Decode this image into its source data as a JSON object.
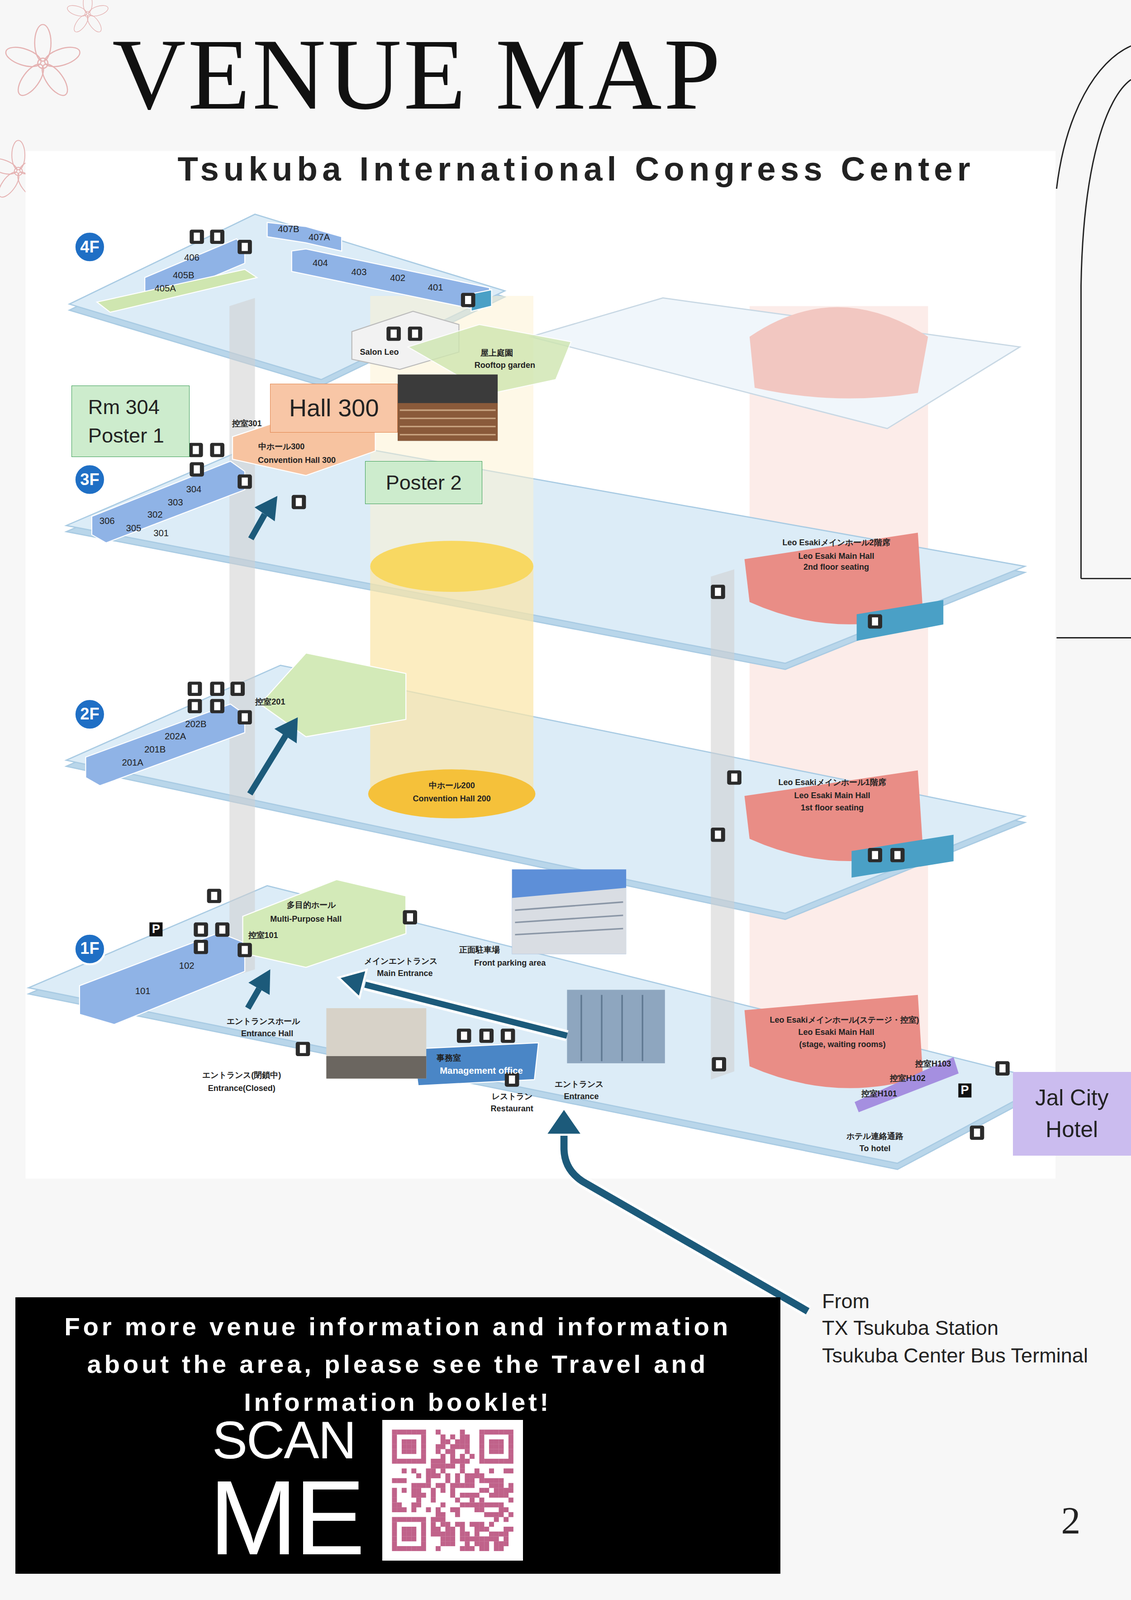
{
  "diagram": {
    "title": "VENUE MAP",
    "nodes": [
      {
        "text": [
          "Rm 304 Poster 1"
        ]
      },
      {
        "text": [
          "Hall 300"
        ]
      },
      {
        "text": [
          "Poster 2"
        ]
      },
      {
        "text": [
          "Jal City Hotel"
        ]
      },
      {
        "text": [
          "For more venue information and information about the area, please see the Travel and Information booklet!",
          "SCAN",
          "ME"
        ]
      }
    ],
    "labels": [
      "Tsukuba International Congress Center",
      "4F",
      "406",
      "405B",
      "405A",
      "407B",
      "407A",
      "404",
      "403",
      "402",
      "401",
      "Salon Leo",
      "屋上庭園",
      "Rooftop garden",
      "3F",
      "控室301",
      "中ホール300",
      "Convention Hall 300",
      "304",
      "303",
      "302",
      "306",
      "305",
      "301",
      "Leo Esakiメインホール2階席",
      "Leo Esaki Main Hall",
      "2nd floor seating",
      "2F",
      "控室201",
      "202B",
      "202A",
      "201B",
      "201A",
      "中ホール200",
      "Convention Hall 200",
      "Leo Esakiメインホール1階席",
      "Leo Esaki Main Hall",
      "1st floor seating",
      "1F",
      "多目的ホール",
      "Multi-Purpose Hall",
      "控室101",
      "102",
      "101",
      "P",
      "正面駐車場",
      "Front parking area",
      "メインエントランス",
      "Main Entrance",
      "エントランスホール",
      "Entrance Hall",
      "エントランス(閉鎖中)",
      "Entrance(Closed)",
      "事務室",
      "Management office",
      "レストラン",
      "Restaurant",
      "エントランス",
      "Entrance",
      "Leo Esakiメインホール(ステージ・控室)",
      "Leo Esaki Main Hall",
      "(stage, waiting rooms)",
      "控室H103",
      "控室H102",
      "控室H101",
      "P",
      "ホテル連絡通路",
      "To hotel",
      "From",
      "TX Tsukuba Station",
      "Tsukuba Center Bus Terminal",
      "2"
    ]
  }
}
